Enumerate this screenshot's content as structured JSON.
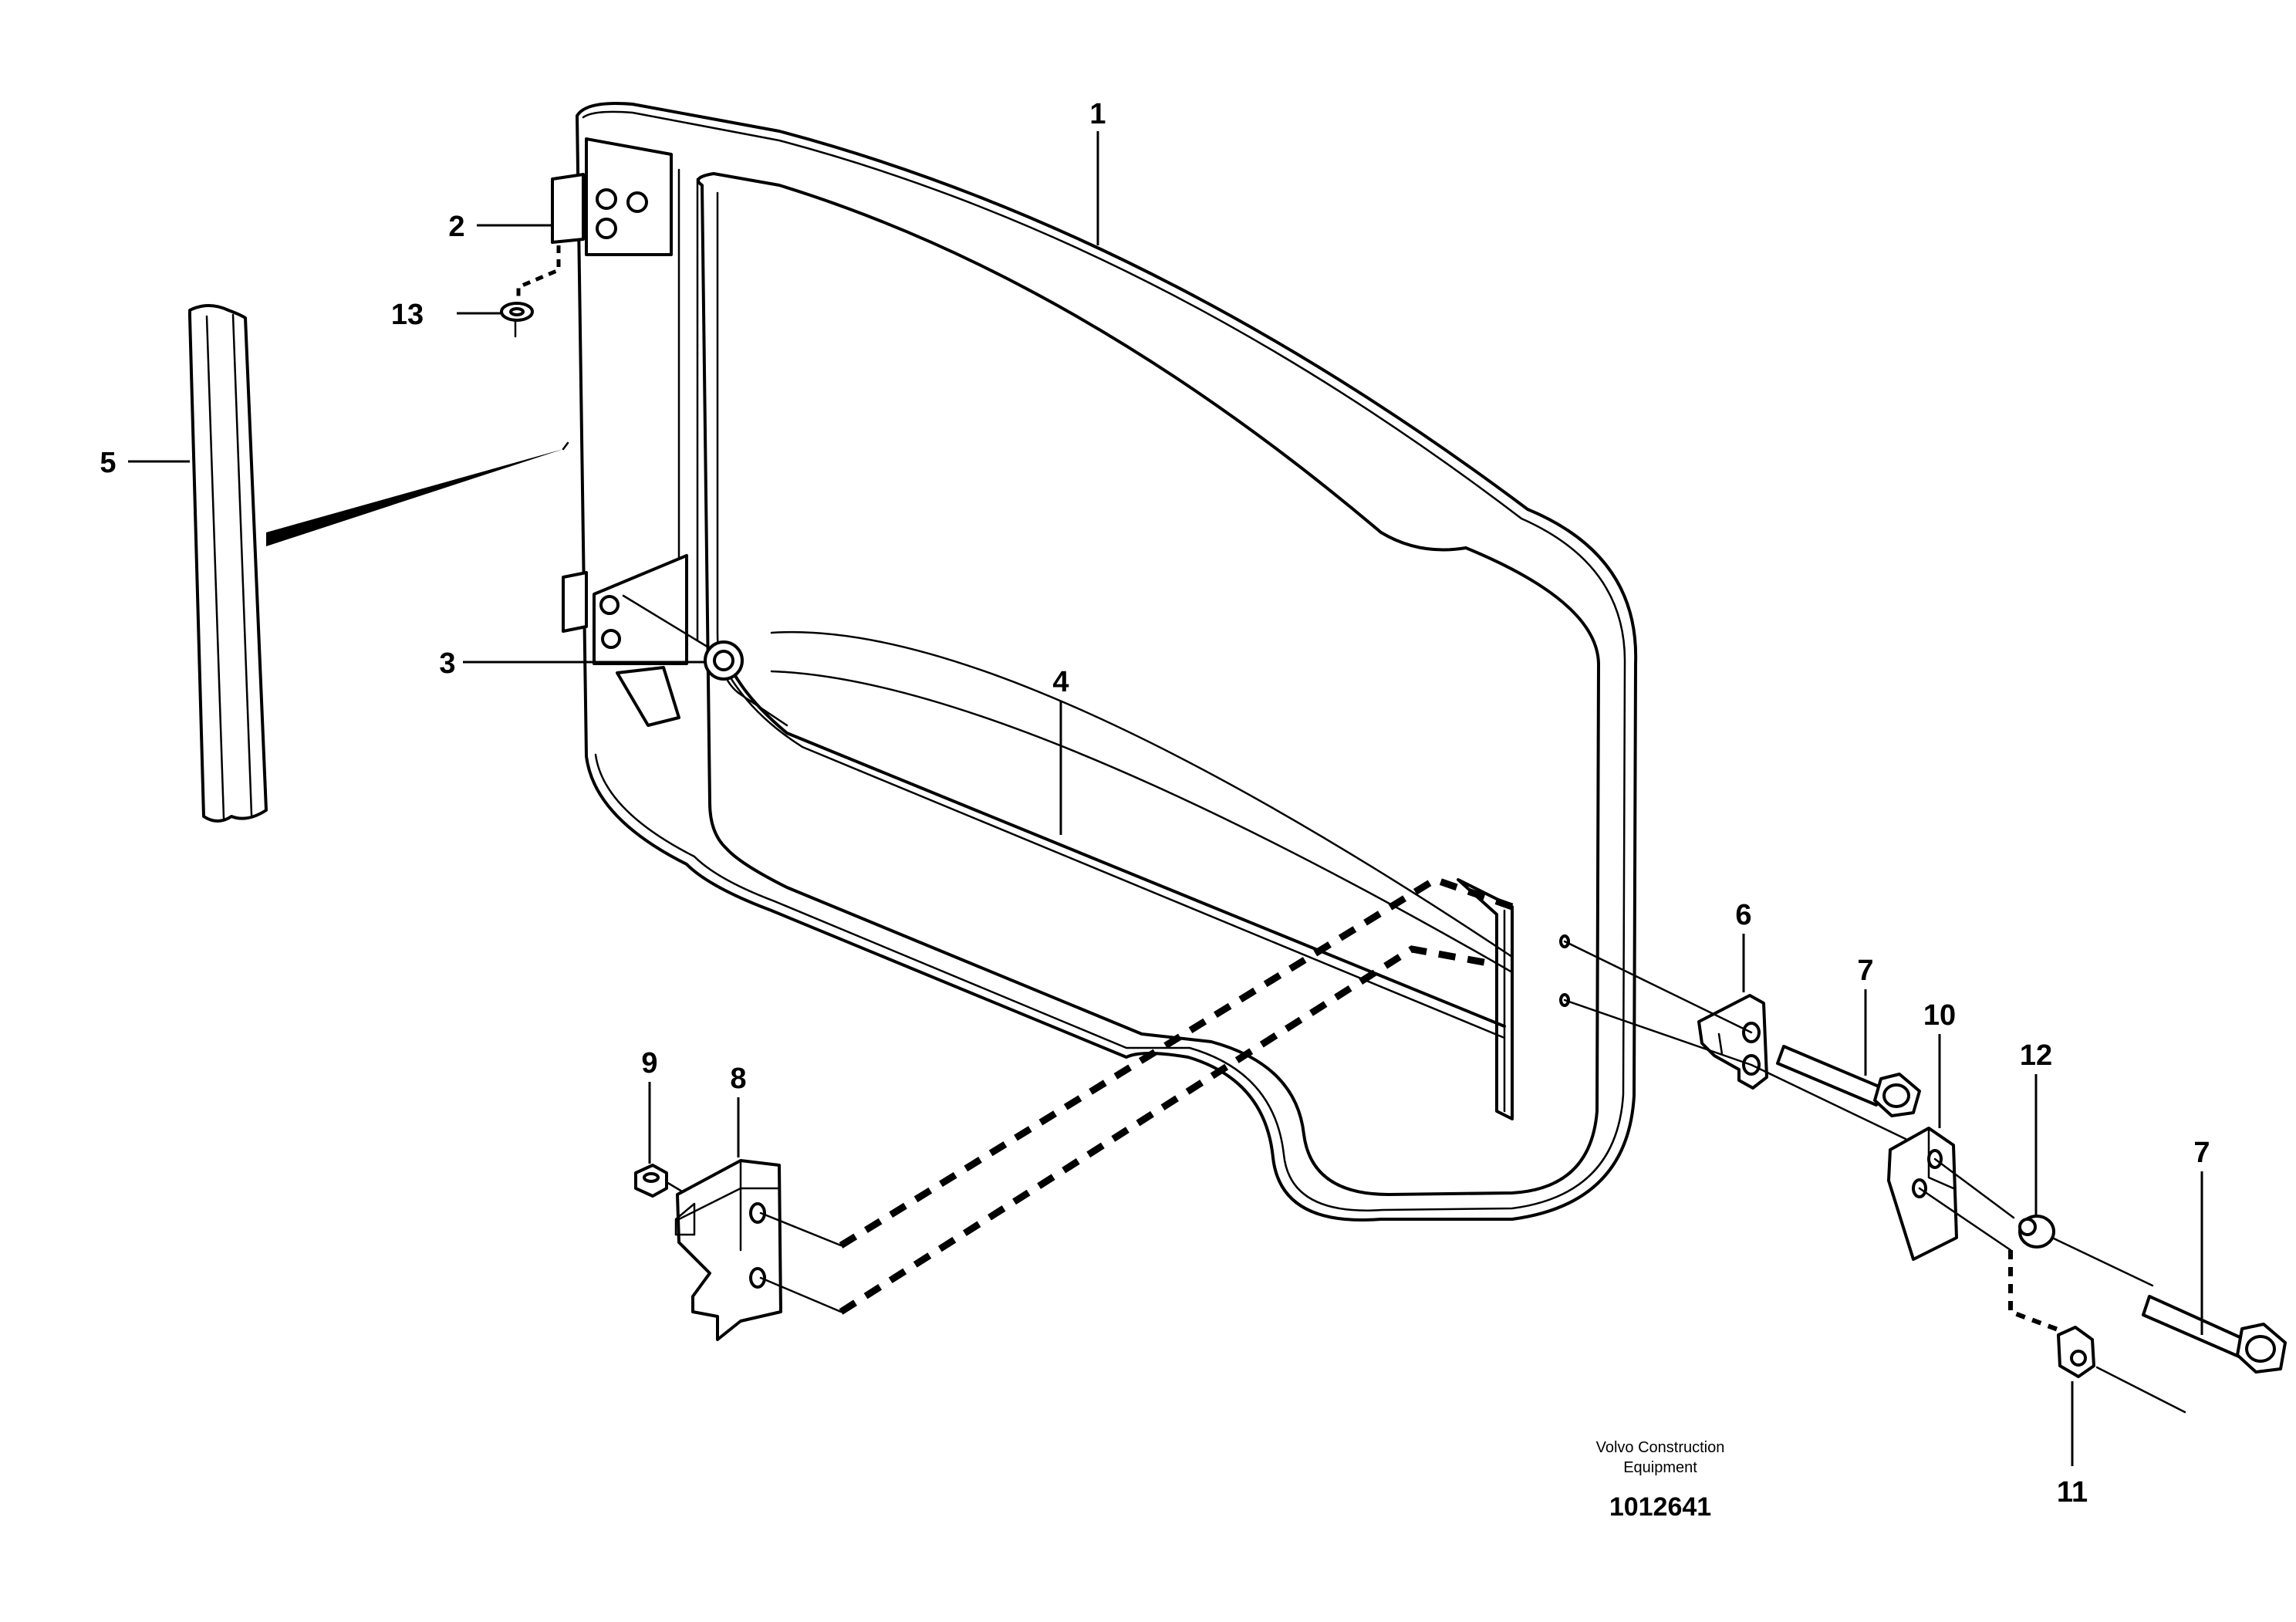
{
  "callouts": {
    "c1": "1",
    "c2": "2",
    "c3": "3",
    "c4": "4",
    "c5": "5",
    "c6": "6",
    "c7a": "7",
    "c7b": "7",
    "c8": "8",
    "c9": "9",
    "c10": "10",
    "c11": "11",
    "c12": "12",
    "c13": "13"
  },
  "footer": {
    "maker_line1": "Volvo Construction",
    "maker_line2": "Equipment",
    "doc_number": "1012641"
  }
}
